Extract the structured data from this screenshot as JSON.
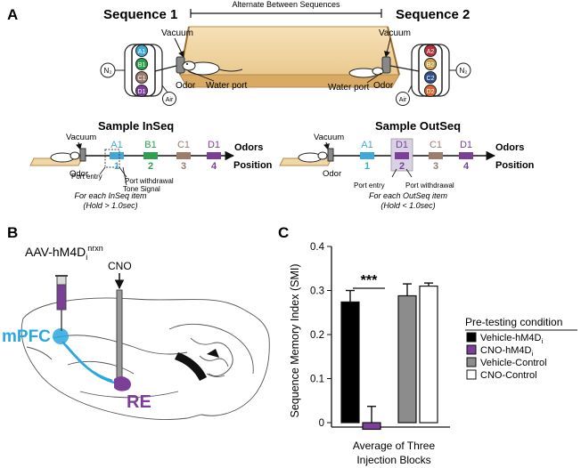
{
  "panels": {
    "a": "A",
    "b": "B",
    "c": "C"
  },
  "panel_a": {
    "sequence1": "Sequence 1",
    "sequence2": "Sequence 2",
    "alternate": "Alternate Between Sequences",
    "vacuum_left": "Vacuum",
    "vacuum_right": "Vacuum",
    "odor_left": "Odor",
    "odor_right": "Odor",
    "water_left": "Water port",
    "water_right": "Water port",
    "n2": "N₂",
    "air": "Air",
    "odors_seq1": [
      "A1",
      "B1",
      "C1",
      "D1"
    ],
    "odors_seq2": [
      "A2",
      "B2",
      "C2",
      "D2"
    ],
    "inseq": {
      "title": "Sample InSeq",
      "vacuum": "Vacuum",
      "odor": "Odor",
      "items": [
        {
          "odor": "A1",
          "pos": "1"
        },
        {
          "odor": "B1",
          "pos": "2"
        },
        {
          "odor": "C1",
          "pos": "3"
        },
        {
          "odor": "D1",
          "pos": "4"
        }
      ],
      "odors_label": "Odors",
      "position_label": "Position",
      "port_entry": "Port entry",
      "port_withdrawal": "Port withdrawal",
      "tone": "Tone Signal",
      "note1": "For each InSeq item",
      "note2": "(Hold > 1.0sec)"
    },
    "outseq": {
      "title": "Sample OutSeq",
      "vacuum": "Vacuum",
      "odor": "Odor",
      "items": [
        {
          "odor": "A1",
          "pos": "1"
        },
        {
          "odor": "D1",
          "pos": "2"
        },
        {
          "odor": "C1",
          "pos": "3"
        },
        {
          "odor": "D1",
          "pos": "4"
        }
      ],
      "odors_label": "Odors",
      "position_label": "Position",
      "port_entry": "Port entry",
      "port_withdrawal": "Port withdrawal",
      "note1": "For each OutSeq item",
      "note2": "(Hold < 1.0sec)"
    }
  },
  "panel_b": {
    "virus": "AAV-hM4D",
    "virus_sub": "i",
    "virus_sup": "nrxn",
    "cno": "CNO",
    "mpfc": "mPFC",
    "re": "RE"
  },
  "colors": {
    "A": "#3fa9d6",
    "B": "#2e9e4f",
    "C": "#9c7d6b",
    "D": "#7b3f98",
    "A2": "#b5323a",
    "B2": "#c9a24a",
    "C2": "#2c4f8f",
    "D2": "#d6662f",
    "mpfc": "#29a8df",
    "re": "#7b3f98",
    "platform": "#f2d7a6"
  },
  "chart_data": {
    "type": "bar",
    "panel": "C",
    "categories": [
      "Vehicle-hM4Di",
      "CNO-hM4Di",
      "Vehicle-Control",
      "CNO-Control"
    ],
    "series": [
      {
        "name": "Vehicle-hM4Di",
        "value": 0.274,
        "error": 0.026,
        "color": "#000000"
      },
      {
        "name": "CNO-hM4Di",
        "value": -0.015,
        "error": 0.052,
        "color": "#7b3f98"
      },
      {
        "name": "Vehicle-Control",
        "value": 0.288,
        "error": 0.027,
        "color": "#8c8c8c"
      },
      {
        "name": "CNO-Control",
        "value": 0.31,
        "error": 0.007,
        "color": "#ffffff"
      }
    ],
    "ylabel": "Sequence Memory Index (SMI)",
    "xlabel": "Average of Three Injection Blocks",
    "xlabel_lines": [
      "Average of Three",
      "Injection Blocks"
    ],
    "yticks": [
      "0",
      "0.1",
      "0.2",
      "0.3",
      "0.4"
    ],
    "ylim": [
      -0.01,
      0.4
    ],
    "significance": "***",
    "legend_title": "Pre-testing condition",
    "legend": [
      "Vehicle-hM4D",
      "CNO-hM4D",
      "Vehicle-Control",
      "CNO-Control"
    ],
    "legend_subscripts": [
      "i",
      "i",
      "",
      ""
    ],
    "grid": false,
    "legend_position": "right"
  }
}
